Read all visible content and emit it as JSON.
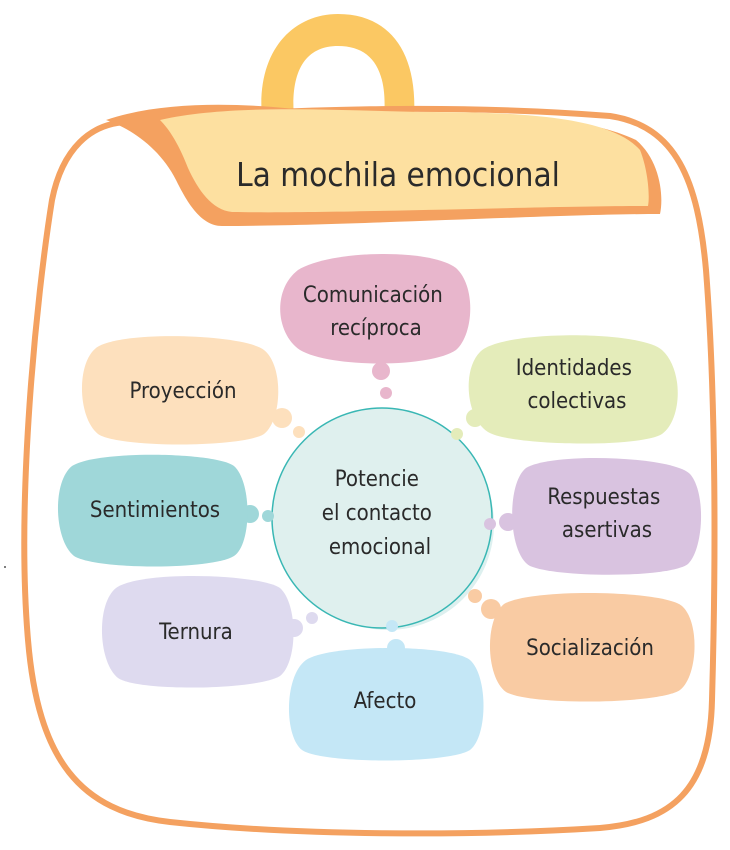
{
  "title": "La mochila emocional",
  "center": {
    "lines": [
      "Potencie",
      "el contacto",
      "emocional"
    ]
  },
  "bubbles": [
    {
      "id": "comunicacion",
      "lines": [
        "Comunicación",
        "recíproca"
      ],
      "color": "#e8b6cc"
    },
    {
      "id": "identidades",
      "lines": [
        "Identidades",
        "colectivas"
      ],
      "color": "#e4ecba"
    },
    {
      "id": "respuestas",
      "lines": [
        "Respuestas",
        "asertivas"
      ],
      "color": "#d9c3e0"
    },
    {
      "id": "socializacion",
      "lines": [
        "Socialización"
      ],
      "color": "#f9cba3"
    },
    {
      "id": "afecto",
      "lines": [
        "Afecto"
      ],
      "color": "#c4e7f6"
    },
    {
      "id": "ternura",
      "lines": [
        "Ternura"
      ],
      "color": "#dedaef"
    },
    {
      "id": "sentimientos",
      "lines": [
        "Sentimientos"
      ],
      "color": "#9fd7d9"
    },
    {
      "id": "proyeccion",
      "lines": [
        "Proyección"
      ],
      "color": "#fde0bd"
    }
  ],
  "colors": {
    "backpack_outline": "#f4a160",
    "handle": "#fbc863",
    "title_band": "#fde0a0",
    "title_band_shadow": "#f4a160",
    "center_fill": "#dff0ee",
    "center_ring": "#39b7b4"
  }
}
